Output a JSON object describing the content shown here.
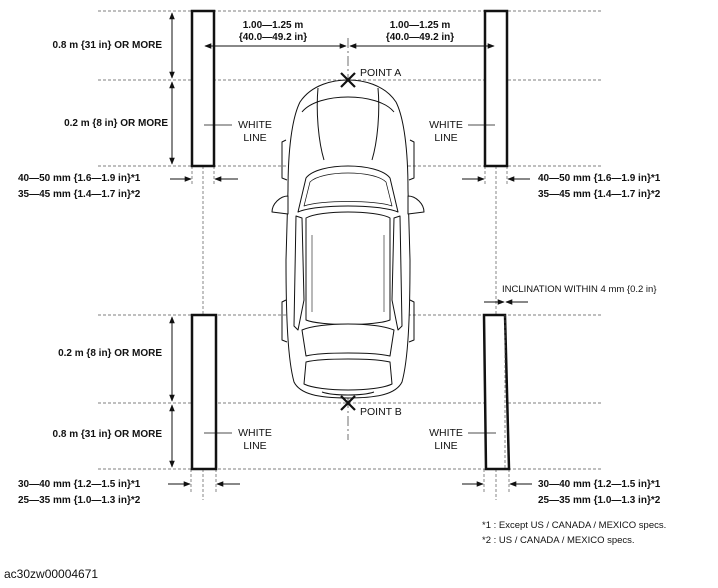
{
  "spacing_left": {
    "line1": "1.00—1.25 m",
    "line2": "{40.0—49.2 in}"
  },
  "spacing_right": {
    "line1": "1.00—1.25 m",
    "line2": "{40.0—49.2 in}"
  },
  "labels": {
    "top_length": "0.8 m {31 in} OR MORE",
    "top_gap": "0.2 m {8 in} OR MORE",
    "bottom_gap": "0.2 m {8 in} OR MORE",
    "bottom_length": "0.8 m {31 in} OR MORE",
    "point_a": "POINT A",
    "point_b": "POINT B",
    "inclination": "INCLINATION WITHIN 4 mm {0.2 in}"
  },
  "white_line": {
    "line1": "WHITE",
    "line2": "LINE"
  },
  "width_front": {
    "spec1": "40—50 mm {1.6—1.9 in}*1",
    "spec2": "35—45 mm {1.4—1.7 in}*2"
  },
  "width_rear": {
    "spec1": "30—40 mm {1.2—1.5 in}*1",
    "spec2": "25—35 mm {1.0—1.3 in}*2"
  },
  "footnotes": {
    "note1": "*1 : Except US / CANADA / MEXICO specs.",
    "note2": "*2 : US / CANADA / MEXICO specs."
  },
  "doc_id": "ac30zw00004671",
  "colors": {
    "line": "#111111",
    "dash": "#555555",
    "background": "#ffffff"
  }
}
